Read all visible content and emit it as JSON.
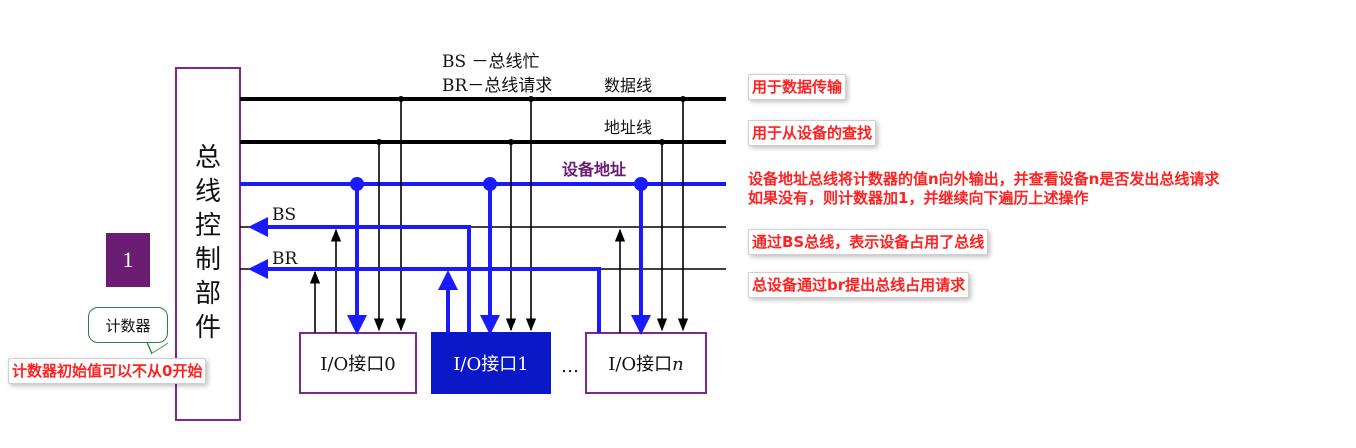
{
  "diagram": {
    "controller_label": [
      "总",
      "线",
      "控",
      "制",
      "部",
      "件"
    ],
    "legend": {
      "bs": "BS －总线忙",
      "br": "BR－总线请求"
    },
    "lines": {
      "data": "数据线",
      "address": "地址线",
      "device_address": "设备地址",
      "bs": "BS",
      "br": "BR"
    },
    "interfaces": [
      {
        "label": "I/O接口0",
        "highlighted": false
      },
      {
        "label": "I/O接口1",
        "highlighted": true
      },
      {
        "label": "I/O接口",
        "suffix": "n",
        "highlighted": false
      }
    ],
    "ellipsis": "…",
    "badge": "1",
    "counter": "计数器"
  },
  "notes": {
    "data_line": "用于数据传输",
    "address_line": "用于从设备的查找",
    "device_address_1": "设备地址总线将计数器的值n向外输出，并查看设备n是否发出总线请求",
    "device_address_2": "如果没有，则计数器加1，并继续向下遍历上述操作",
    "bs_line": "通过BS总线，表示设备占用了总线",
    "br_line": "总设备通过br提出总线占用请求",
    "counter_init": "计数器初始值可以不从0开始"
  },
  "colors": {
    "bus_blue": "#1a1aff",
    "controller_border": "#7b2a8b",
    "device_address_label": "#6b1d74",
    "highlight_fill": "#0a18c8",
    "note_red": "#ff2222",
    "badge_purple": "#6b1d74"
  }
}
